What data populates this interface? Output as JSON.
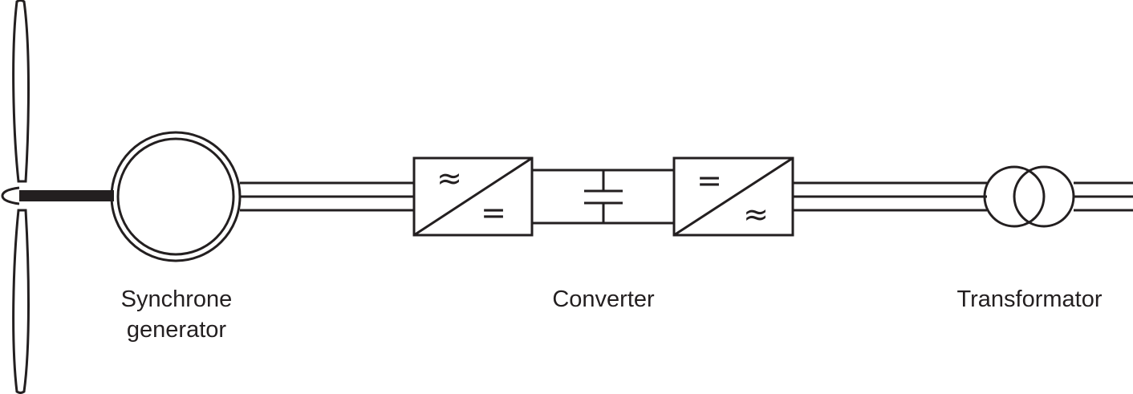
{
  "labels": {
    "generator_line1": "Synchrone",
    "generator_line2": "generator",
    "converter": "Converter",
    "transformer": "Transformator"
  },
  "symbols": {
    "rectifier_input": "≈",
    "rectifier_output": "=",
    "inverter_input": "=",
    "inverter_output": "≈"
  },
  "colors": {
    "stroke": "#231f20",
    "background": "#ffffff"
  }
}
